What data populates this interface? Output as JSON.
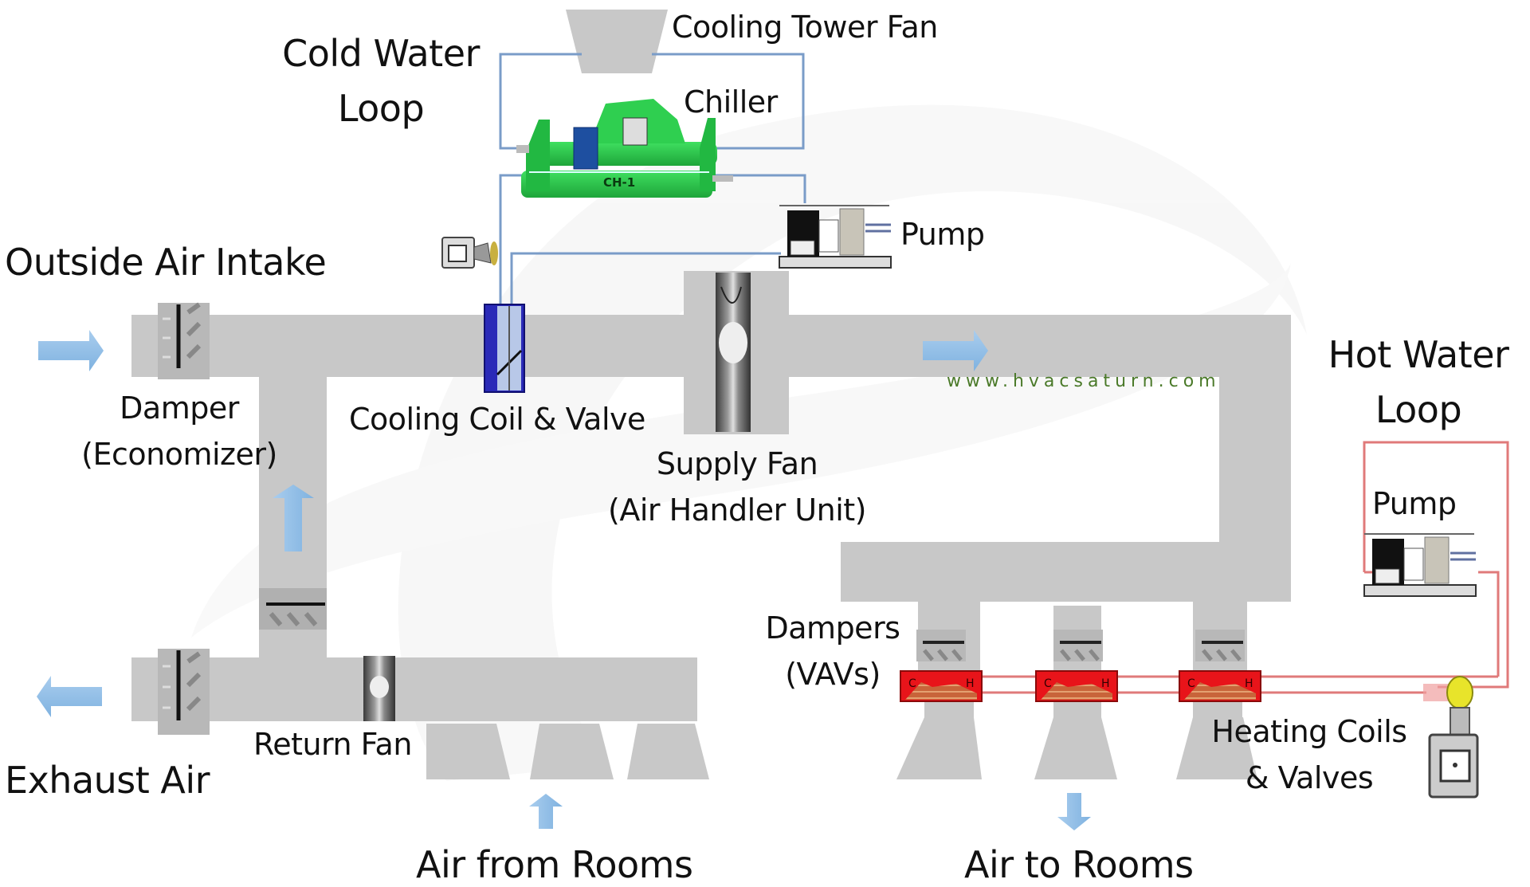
{
  "title": "HVAC System Overview",
  "watermark": "www.hvacsaturn.com",
  "colors": {
    "duct": "#c8c8c8",
    "cold_water_line": "#7a9cc8",
    "hot_water_line": "#e07a7a",
    "air_arrow": "#8fbde6",
    "chiller": "#29c24a",
    "heating_coil": "#e8141a",
    "watermark": "#4b7a2a"
  },
  "labels": {
    "cold_water_loop": [
      "Cold Water",
      "Loop"
    ],
    "cooling_tower_fan": "Cooling Tower Fan",
    "chiller": "Chiller",
    "chiller_tag": "CH-1",
    "pump_cold": "Pump",
    "outside_air_intake": "Outside Air Intake",
    "damper_economizer": [
      "Damper",
      "(Economizer)"
    ],
    "cooling_coil_valve": "Cooling Coil & Valve",
    "supply_fan": [
      "Supply Fan",
      "(Air Handler Unit)"
    ],
    "hot_water_loop": [
      "Hot Water",
      "Loop"
    ],
    "pump_hot": "Pump",
    "dampers_vavs": [
      "Dampers",
      "(VAVs)"
    ],
    "heating_coils_valves": [
      "Heating Coils",
      "& Valves"
    ],
    "return_fan": "Return Fan",
    "exhaust_air": "Exhaust Air",
    "air_from_rooms": "Air from Rooms",
    "air_to_rooms": "Air to Rooms"
  },
  "components": [
    {
      "name": "cooling-tower-fan",
      "type": "fan"
    },
    {
      "name": "chiller",
      "type": "chiller",
      "tag": "CH-1"
    },
    {
      "name": "chilled-water-pump",
      "type": "pump"
    },
    {
      "name": "cooling-coil",
      "type": "coil"
    },
    {
      "name": "cooling-valve-actuator",
      "type": "valve"
    },
    {
      "name": "outside-air-damper",
      "type": "damper"
    },
    {
      "name": "recirculation-damper",
      "type": "damper"
    },
    {
      "name": "exhaust-air-damper",
      "type": "damper"
    },
    {
      "name": "supply-fan",
      "type": "fan"
    },
    {
      "name": "return-fan",
      "type": "fan"
    },
    {
      "name": "vav-damper-1",
      "type": "damper"
    },
    {
      "name": "vav-damper-2",
      "type": "damper"
    },
    {
      "name": "vav-damper-3",
      "type": "damper"
    },
    {
      "name": "heating-coil-1",
      "type": "coil"
    },
    {
      "name": "heating-coil-2",
      "type": "coil"
    },
    {
      "name": "heating-coil-3",
      "type": "coil"
    },
    {
      "name": "hot-water-pump",
      "type": "pump"
    },
    {
      "name": "heating-valve",
      "type": "valve"
    }
  ],
  "airflow": [
    {
      "name": "outside-air-in",
      "direction": "right"
    },
    {
      "name": "supply-air",
      "direction": "right"
    },
    {
      "name": "recirculated-air",
      "direction": "up"
    },
    {
      "name": "exhaust-air-out",
      "direction": "left"
    },
    {
      "name": "air-from-rooms",
      "direction": "up"
    },
    {
      "name": "air-to-rooms",
      "direction": "down"
    }
  ]
}
